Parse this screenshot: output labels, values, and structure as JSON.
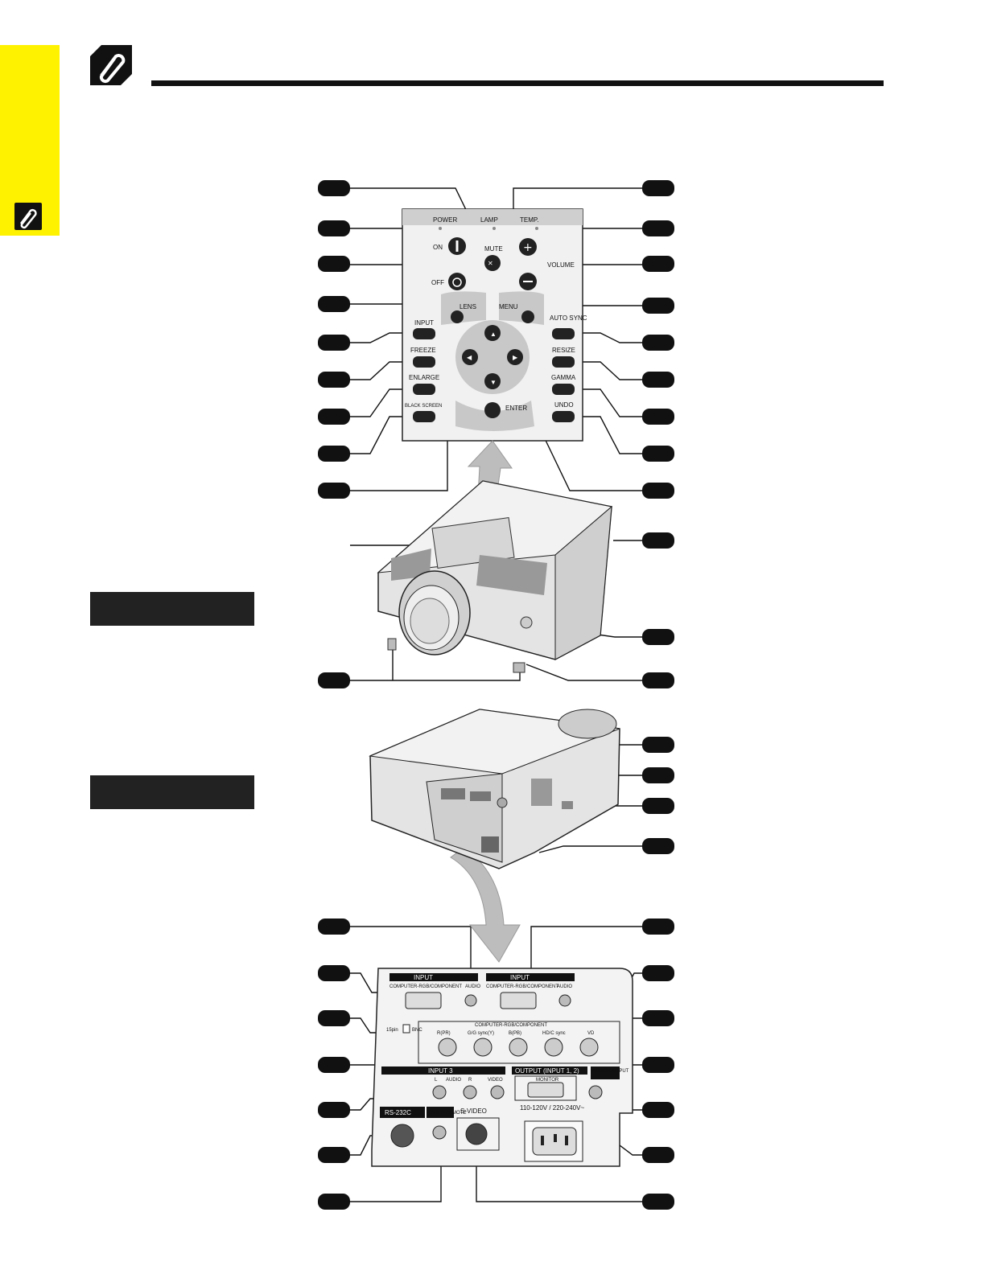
{
  "remote_panel": {
    "indicators": {
      "power": "POWER",
      "lamp": "LAMP",
      "temp": "TEMP."
    },
    "buttons": {
      "on": "ON",
      "off": "OFF",
      "mute": "MUTE",
      "volume": "VOLUME",
      "lens": "LENS",
      "menu": "MENU",
      "input": "INPUT",
      "auto_sync": "AUTO SYNC",
      "freeze": "FREEZE",
      "resize": "RESIZE",
      "enlarge": "ENLARGE",
      "gamma": "GAMMA",
      "black_screen": "BLACK SCREEN",
      "undo": "UNDO",
      "enter": "ENTER"
    }
  },
  "rear_panel": {
    "input1": {
      "title": "INPUT",
      "sub": "COMPUTER-RGB/COMPONENT",
      "audio": "AUDIO",
      "switch": "15pin",
      "switch_bnc": "BNC"
    },
    "input2": {
      "title": "INPUT",
      "sub": "COMPUTER-RGB/COMPONENT",
      "audio": "AUDIO"
    },
    "bnc": {
      "title": "COMPUTER-RGB/COMPONENT",
      "jacks": [
        "R(PR)",
        "G/G sync(Y)",
        "B(PB)",
        "HD/C sync",
        "VD"
      ]
    },
    "input3": {
      "title": "INPUT 3",
      "l": "L",
      "audio": "AUDIO",
      "r": "R",
      "video": "VIDEO"
    },
    "output": {
      "title": "OUTPUT (INPUT 1, 2)",
      "sub": "MONITOR"
    },
    "audio_output": "AUDIO OUTPUT",
    "voltage": "110-120V / 220-240V~",
    "rs232c": "RS-232C",
    "wired_remote": "WIRED REMOTE",
    "s_video": "S-VIDEO"
  },
  "colors": {
    "tab_yellow": "#fff200",
    "label_black": "#222222"
  }
}
